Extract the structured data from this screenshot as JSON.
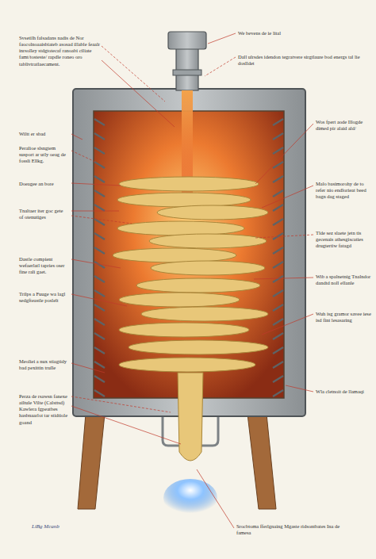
{
  "diagram": {
    "labels": [
      "Svsetilh falsadans nadis de Nor faocolnoaaisbiateb asosad illable feaalr inrsolley stdgtotecaf ranoabi ciliate famt/tosteste/ rapdle roneo oro tablivtratlaecament.",
      "Wiltt er sbad",
      "Peralioe slsngtem susport ar utly oeag de fossli Ellkg.",
      "Doeagee an bore",
      "Tnaltaer iter goc gete of otenutiges",
      "Dastle compient wefaerlatl tapries oser fine rali gaet.",
      "Trilps a Fuuge wa lagl sedgfteastle poslelt",
      "Meoliei a nux stiagtidy bad pexittin trulle",
      "Perza de rsawsn fanexe ailtule Vilte (Calsttsd) Kawlera fgpeatbes hasbnaarlot tar stidtiole goand",
      "LiBg Mcanb",
      "We bevens de ie lital",
      "Dall ulrsdes idendon tegratvere sirgtlaure bod energs tal lie doslldet",
      "Wos fpert aode Illogde dimed pir alaid ald/",
      "Malo basimorohy de to refer nio endlorieat beed bagn dag staged",
      "Tlde sez slaete jetn tis gecenais athesgiscaties drugtertiw fatagd",
      "Wib a spalnetnig Tnalndor dandtd noll ellanle",
      "Wuh isg gramor savee iese isd fint lesasaring",
      "Wla cletnoit de llamaqi",
      "Srocbtoma fferlgnaing Mgaste ridsontbates Ina de famesa"
    ]
  }
}
